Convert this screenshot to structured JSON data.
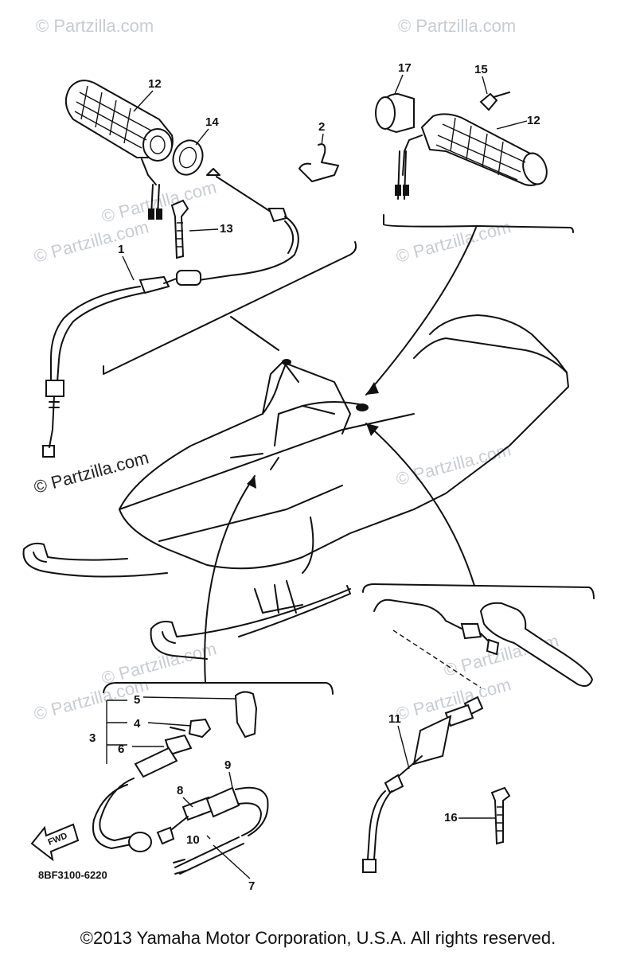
{
  "diagram": {
    "watermarks": [
      "© Partzilla.com",
      "© Partzilla.com",
      "© Partzilla.com",
      "© Partzilla.com",
      "© Partzilla.com",
      "© Partzilla.com",
      "© Partzilla.com",
      "© Partzilla.com",
      "© Partzilla.com",
      "© Partzilla.com",
      "© Partzilla.com"
    ],
    "callouts": {
      "p1": "1",
      "p2": "2",
      "p3": "3",
      "p4": "4",
      "p5": "5",
      "p6": "6",
      "p7": "7",
      "p8": "8",
      "p9": "9",
      "p10": "10",
      "p11": "11",
      "p12a": "12",
      "p12b": "12",
      "p13": "13",
      "p14": "14",
      "p15": "15",
      "p16": "16",
      "p17": "17"
    },
    "fwd_label": "FWD",
    "drawing_code": "8BF3100-6220"
  },
  "footer": {
    "copyright": "©2013  Yamaha Motor Corporation, U.S.A. All rights reserved."
  }
}
